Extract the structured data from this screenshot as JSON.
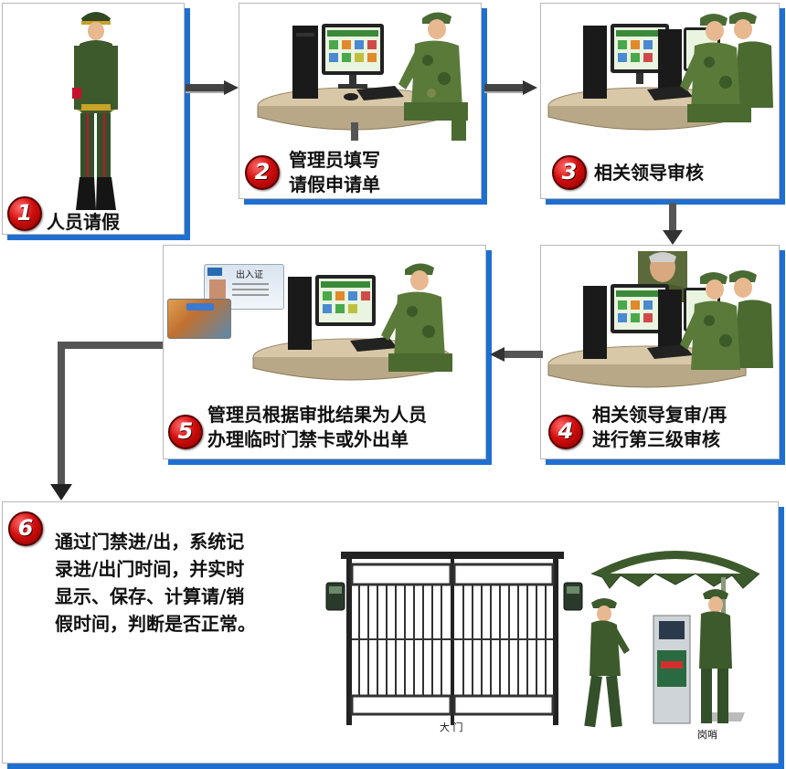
{
  "steps": [
    {
      "num": "1",
      "text": "人员请假"
    },
    {
      "num": "2",
      "line1": "管理员填写",
      "line2": "请假申请单"
    },
    {
      "num": "3",
      "text": "相关领导审核"
    },
    {
      "num": "4",
      "line1": "相关领导复审/再",
      "line2": "进行第三级审核"
    },
    {
      "num": "5",
      "line1": "管理员根据审批结果为人员",
      "line2": "办理临时门禁卡或外出单"
    },
    {
      "num": "6",
      "line1": "通过门禁进/出，系统记",
      "line2": "录进/出门时间，并实时",
      "line3": "显示、保存、计算请/销",
      "line4": "假时间，判断是否正常。"
    }
  ],
  "card": {
    "title": "出入证"
  },
  "labels": {
    "gate": "大 门",
    "post": "岗哨"
  },
  "colors": {
    "accent": "#1f6fd0",
    "badge": "#d20e0e",
    "arrow": "#333333"
  }
}
